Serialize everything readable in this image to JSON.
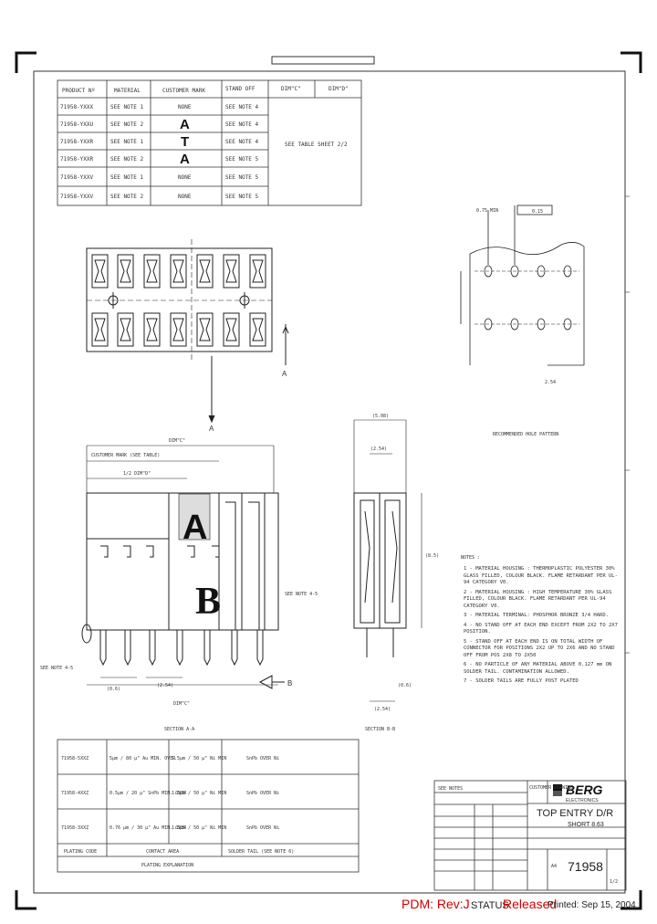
{
  "product_table": {
    "headers": [
      "PRODUCT Nº",
      "MATERIAL",
      "CUSTOMER MARK",
      "STAND OFF",
      "DIM\"C\"",
      "DIM\"D\""
    ],
    "rows": [
      [
        "71958-YXXX",
        "SEE NOTE 1",
        "NONE",
        "SEE NOTE 4"
      ],
      [
        "71958-YXXU",
        "SEE NOTE 2",
        "A",
        "SEE NOTE 4"
      ],
      [
        "71958-YXXR",
        "SEE NOTE 1",
        "T",
        "SEE NOTE 4"
      ],
      [
        "71958-YXXR",
        "SEE NOTE 2",
        "A",
        "SEE NOTE 5"
      ],
      [
        "71958-YXXV",
        "SEE NOTE 1",
        "NONE",
        "SEE NOTE 5"
      ],
      [
        "71958-YXXV",
        "SEE NOTE 2",
        "NONE",
        "SEE NOTE 5"
      ]
    ],
    "side_note": "SEE TABLE SHEET 2/2"
  },
  "hole_pattern": {
    "title": "RECOMMENDED HOLE PATTERN",
    "dim_hole": "0.75 MIN",
    "dim_tol": "0.15",
    "dim_pitch": "2.54"
  },
  "section_aa": {
    "title": "SECTION A-A",
    "dim_top": "DIM\"C\"",
    "customer_mark": "CUSTOMER MARK (SEE TABLE)",
    "dim_half": "1/2 DIM\"D\"",
    "see_note_a": "SEE NOTE 4-5",
    "see_note_b": "SEE NOTE 4-5",
    "dim_bottom": "DIM\"C\"",
    "dim_254": "(2.54)",
    "dim_06": "(0.6)",
    "arrow_b": "B",
    "big_letter_a": "A",
    "big_letter_b": "B"
  },
  "section_bb": {
    "title": "SECTION B-B",
    "dim_top": "(5.08)",
    "dim_254": "(2.54)",
    "dim_height": "(8.5)",
    "dim_bottom": "(2.54)",
    "dim_side": "(0.6)"
  },
  "notes": {
    "title": "NOTES :",
    "items": [
      "1 - MATERIAL HOUSING : THERMOPLASTIC POLYESTER 30% GLASS FILLED, COLOUR BLACK. FLAME RETARDANT PER UL-94 CATEGORY V0.",
      "2 - MATERIAL HOUSING : HIGH TEMPERATURE 30% GLASS FILLED, COLOUR BLACK. FLAME RETARDANT PER UL-94 CATEGORY V0.",
      "3 - MATERIAL TERMINAL: PHOSPHOR BRONZE 3/4 HARD.",
      "4 - NO STAND OFF AT EACH END EXCEPT FROM 2X2 TO 2X7 POSITION.",
      "5 - STAND OFF AT EACH END IS ON TOTAL WIDTH OF CONNECTOR FOR POSITIONS 2X2 UP TO 2X6 AND NO STAND OFF FROM POS 2X8 TO 2X50",
      "6 - NO PARTICLE OF ANY MATERIAL ABOVE 0.127 mm ON SOLDER TAIL. CONTAMINATION ALLOWED.",
      "7 - SOLDER TAILS ARE FULLY POST PLATED"
    ]
  },
  "plating_table": {
    "rows": [
      {
        "code": "71958-5XXZ",
        "contact": "5µm / 80 µ\" Au MIN. OVER",
        "under": "1.5µm / 50 µ\" Ni MIN",
        "solder": "SnPb OVER Ni"
      },
      {
        "code": "71958-4XXZ",
        "contact": "0.5µm / 20 µ\" SnPb MIN. OVER",
        "under": "1.3µm / 50 µ\" Ni MIN",
        "solder": "SnPb OVER Ni"
      },
      {
        "code": "71958-3XXZ",
        "contact": "0.76 µm / 30 µ\" Au MIN. OVER",
        "under": "1.3µm / 50 µ\" Ni MIN",
        "solder": "SnPb OVER Ni"
      }
    ],
    "col_code": "PLATING CODE",
    "col_contact": "CONTACT AREA",
    "col_solder": "SOLDER TAIL (SEE NOTE 6)",
    "footer": "PLATING EXPLANATION"
  },
  "title_block": {
    "company": "BERG",
    "company_sub": "ELECTRONICS",
    "title_line1": "TOP ENTRY D/R",
    "title_line2": "SHORT 8.63",
    "drawing_no": "71958",
    "size": "A4",
    "sheet": "1/2",
    "customer_label": "CUSTOMER DRAWING",
    "unit": "SEE NOTES"
  },
  "footer": {
    "pdm": "PDM: Rev:J",
    "status_label": "STATUS:",
    "status_value": "Released",
    "printed": "Printed: Sep 15, 2004"
  },
  "colors": {
    "line": "#2a2a2a",
    "pdm": "#d40000",
    "paper": "#ffffff"
  }
}
